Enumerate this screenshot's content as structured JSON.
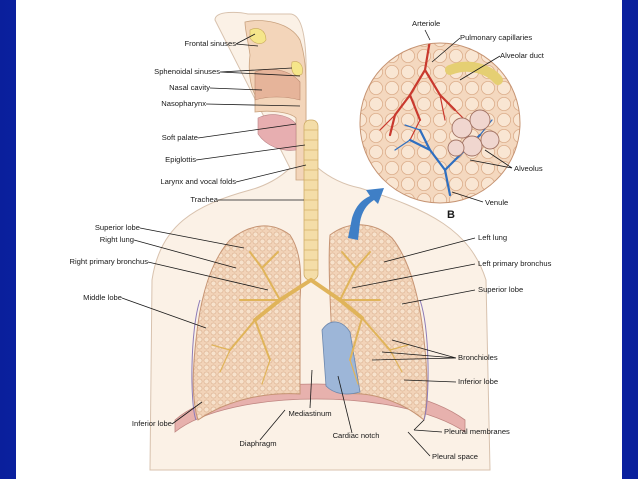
{
  "labels": {
    "frontal_sinuses": "Frontal sinuses",
    "sphenoidal_sinuses": "Sphenoidal sinuses",
    "nasal_cavity": "Nasal cavity",
    "nasopharynx": "Nasopharynx",
    "soft_palate": "Soft palate",
    "epiglottis": "Epiglottis",
    "larynx_vocal_folds": "Larynx and vocal folds",
    "trachea": "Trachea",
    "superior_lobe_right": "Superior lobe",
    "right_lung": "Right lung",
    "right_primary_bronchus": "Right primary bronchus",
    "middle_lobe": "Middle lobe",
    "inferior_lobe_right": "Inferior lobe",
    "mediastinum": "Mediastinum",
    "diaphragm": "Diaphragm",
    "cardiac_notch": "Cardiac notch",
    "arteriole": "Arteriole",
    "pulmonary_capillaries": "Pulmonary capillaries",
    "alveolar_duct": "Alveolar duct",
    "alveolus": "Alveolus",
    "venule": "Venule",
    "inset_letter": "B",
    "left_lung": "Left lung",
    "left_primary_bronchus": "Left primary bronchus",
    "superior_lobe_left": "Superior lobe",
    "bronchioles": "Bronchioles",
    "inferior_lobe_left": "Inferior lobe",
    "pleural_membranes": "Pleural membranes",
    "pleural_space": "Pleural space"
  },
  "colors": {
    "slide_background": "#1132c8",
    "lung_tissue": "#f2d3b8",
    "bronchi": "#e0b45a",
    "artery_red": "#c9392e",
    "vein_blue": "#2f6fc0",
    "arrow_blue": "#3f7fc6",
    "diaphragm_pink": "#e7b1ad",
    "skin_tone": "#f6e6d6"
  }
}
